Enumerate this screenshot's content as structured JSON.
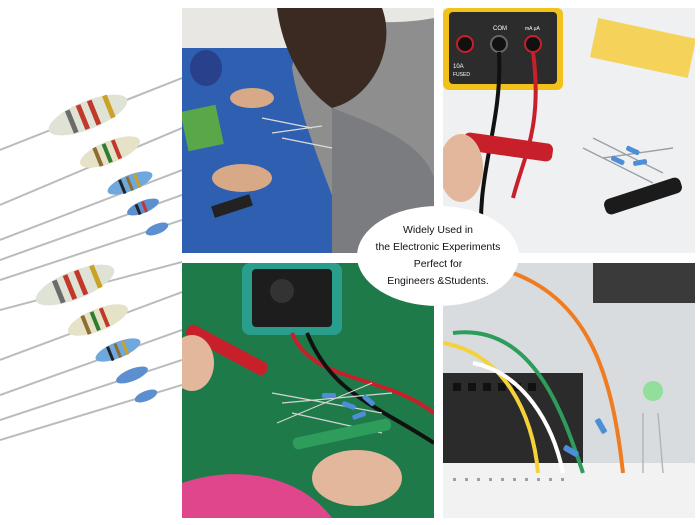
{
  "caption": {
    "line1": "Widely Used in",
    "line2": "the Electronic Experiments",
    "line3": "Perfect for",
    "line4": "Engineers &Students."
  },
  "multimeter": {
    "com_label": "COM",
    "amp_label": "10A",
    "fused_label": "FUSED",
    "ma_label": "mA μA"
  },
  "colors": {
    "blue_mat": "#2f5fb0",
    "green_mat": "#1f7a4a",
    "probe_red": "#c8202a",
    "meter_yellow": "#f2c21b"
  }
}
